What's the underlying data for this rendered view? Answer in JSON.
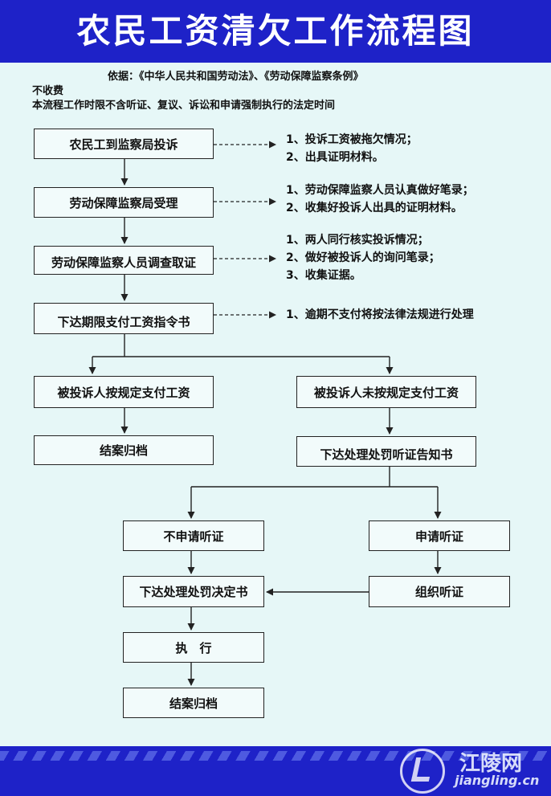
{
  "header": {
    "title": "农民工资清欠工作流程图"
  },
  "basis": "依据：《中华人民共和国劳动法》、《劳动保障监察条例》",
  "fee_note": "不收费",
  "time_note": "本流程工作时限不含听证、复议、诉讼和申请强制执行的法定时间",
  "steps": {
    "complaint": "农民工到监察局投诉",
    "accept": "劳动保障监察局受理",
    "investigate": "劳动保障监察人员调查取证",
    "order": "下达期限支付工资指令书",
    "paid": "被投诉人按规定支付工资",
    "unpaid": "被投诉人未按规定支付工资",
    "close_left": "结案归档",
    "hearing_notice": "下达处理处罚听证告知书",
    "no_hearing": "不申请听证",
    "apply_hearing": "申请听证",
    "decision": "下达处理处罚决定书",
    "hold_hearing": "组织听证",
    "execute": "执　行",
    "close_final": "结案归档"
  },
  "notes": {
    "complaint": [
      "1、投诉工资被拖欠情况；",
      "2、出具证明材料。"
    ],
    "accept": [
      "1、劳动保障监察人员认真做好笔录；",
      "2、收集好投诉人出具的证明材料。"
    ],
    "investigate": [
      "1、两人同行核实投诉情况；",
      "2、做好被投诉人的询问笔录；",
      "3、收集证据。"
    ],
    "order": [
      "1、逾期不支付将按法律法规进行处理"
    ]
  },
  "watermark": {
    "name": "江陵网",
    "url": "jiangling.cn"
  },
  "colors": {
    "header_bg": "#1e22c8",
    "page_bg": "#e6f7f7",
    "line": "#222222"
  }
}
